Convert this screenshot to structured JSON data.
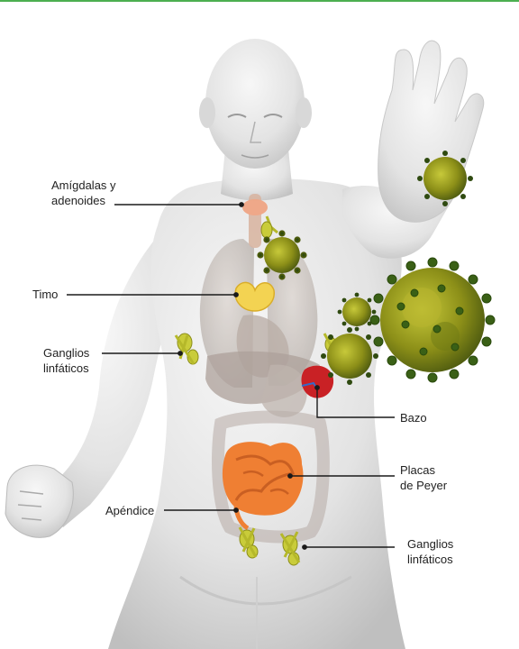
{
  "colors": {
    "body": "#e2e2e2",
    "body_shadow": "#bdbdbd",
    "organ_gray": "#b9b2ad",
    "thymus": "#f4d24a",
    "spleen": "#c8171b",
    "intestine": "#f07a2a",
    "lymph": "#c9cc3a",
    "virus": "#9aa01c",
    "leader": "#1a1a1a",
    "top_border": "#4caf50"
  },
  "labels": {
    "amigdalas": [
      "Amígdalas y",
      "adenoides"
    ],
    "timo": [
      "Timo"
    ],
    "ganglios_left": [
      "Ganglios",
      "linfáticos"
    ],
    "bazo": [
      "Bazo"
    ],
    "placas": [
      "Placas",
      "de Peyer"
    ],
    "apendice": [
      "Apéndice"
    ],
    "ganglios_right": [
      "Ganglios",
      "linfáticos"
    ]
  },
  "icons": {
    "virus": "coronavirus-particle-icon",
    "lymph": "lymph-node-cluster-icon"
  }
}
